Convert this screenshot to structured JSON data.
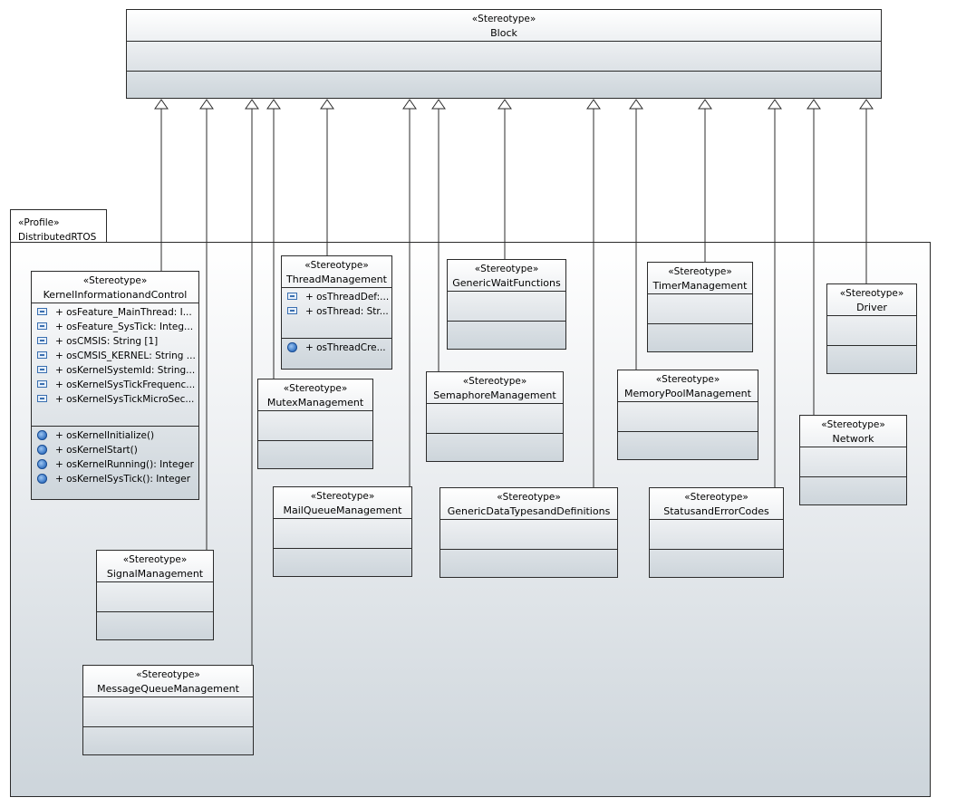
{
  "block": {
    "stereotype": "«Stereotype»",
    "name": "Block"
  },
  "profile": {
    "stereotype": "«Profile»",
    "name": "DistributedRTOS"
  },
  "stereotypes": {
    "kernel": {
      "stereotype": "«Stereotype»",
      "name": "KernelInformationandControl",
      "attributes": [
        "+ osFeature_MainThread: I...",
        "+ osFeature_SysTick: Integ...",
        "+ osCMSIS: String [1]",
        "+ osCMSIS_KERNEL: String ...",
        "+ osKernelSystemId: String...",
        "+ osKernelSysTickFrequenc...",
        "+ osKernelSysTickMicroSec..."
      ],
      "operations": [
        "+ osKernelInitialize()",
        "+ osKernelStart()",
        "+ osKernelRunning(): Integer",
        "+ osKernelSysTick(): Integer"
      ]
    },
    "thread": {
      "stereotype": "«Stereotype»",
      "name": "ThreadManagement",
      "attributes": [
        "+ osThreadDef:...",
        "+ osThread: Str..."
      ],
      "operations": [
        "+ osThreadCre..."
      ]
    },
    "genericwait": {
      "stereotype": "«Stereotype»",
      "name": "GenericWaitFunctions"
    },
    "timer": {
      "stereotype": "«Stereotype»",
      "name": "TimerManagement"
    },
    "driver": {
      "stereotype": "«Stereotype»",
      "name": "Driver"
    },
    "mutex": {
      "stereotype": "«Stereotype»",
      "name": "MutexManagement"
    },
    "semaphore": {
      "stereotype": "«Stereotype»",
      "name": "SemaphoreManagement"
    },
    "memorypool": {
      "stereotype": "«Stereotype»",
      "name": "MemoryPoolManagement"
    },
    "network": {
      "stereotype": "«Stereotype»",
      "name": "Network"
    },
    "mailqueue": {
      "stereotype": "«Stereotype»",
      "name": "MailQueueManagement"
    },
    "datatypes": {
      "stereotype": "«Stereotype»",
      "name": "GenericDataTypesandDefinitions"
    },
    "status": {
      "stereotype": "«Stereotype»",
      "name": "StatusandErrorCodes"
    },
    "signal": {
      "stereotype": "«Stereotype»",
      "name": "SignalManagement"
    },
    "messagequeue": {
      "stereotype": "«Stereotype»",
      "name": "MessageQueueManagement"
    }
  },
  "colors": {
    "line": "#2b2b2b",
    "fill_top": "#ffffff",
    "fill_bottom": "#cdd5db",
    "attr_icon": "#3a6fb0",
    "op_icon": "#3f7cc8"
  }
}
